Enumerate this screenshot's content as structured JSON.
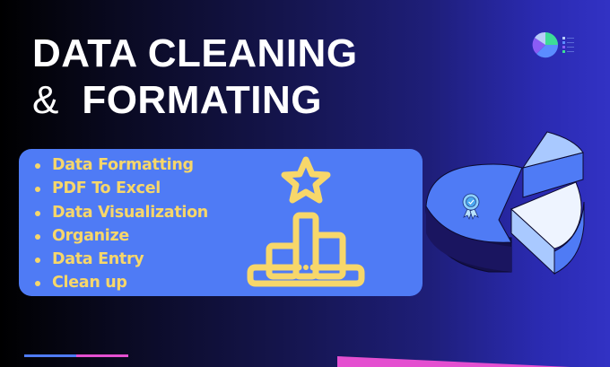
{
  "banner": {
    "title_line1": "DATA CLEANING",
    "title_line2_amp": "&",
    "title_line2_text": "FORMATING"
  },
  "services": {
    "items": [
      {
        "label": "Data Formatting"
      },
      {
        "label": "PDF To Excel"
      },
      {
        "label": "Data Visualization"
      },
      {
        "label": "Organize"
      },
      {
        "label": "Data Entry"
      },
      {
        "label": "Clean up"
      }
    ]
  },
  "icons": {
    "panel_icon": "bar-chart-star-icon",
    "pie_badge": "award-ribbon-icon",
    "corner_icon": "pie-chart-legend-icon"
  },
  "colors": {
    "panel_bg": "#4f7bf5",
    "bullet_text": "#f7d76a",
    "title_text": "#ffffff",
    "accent_pink": "#e44fd0",
    "bg_dark": "#000000",
    "bg_light": "#3232c4"
  }
}
